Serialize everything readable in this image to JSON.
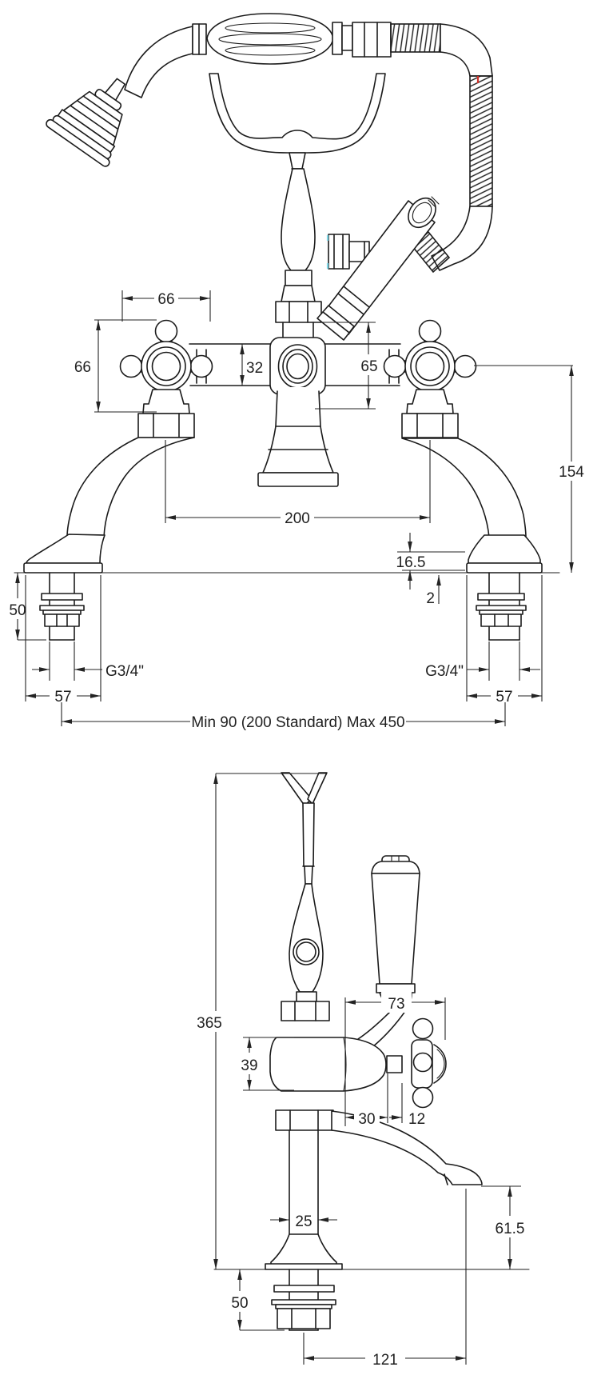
{
  "drawing": {
    "type": "installation dimension drawing, bath shower mixer tap, two orthographic views",
    "colors": {
      "background": "#ffffff",
      "line": "#1b1b1b",
      "dimension": "#232323",
      "accent_red_tick": "#d03028",
      "accent_cyan_tick": "#7fd4e4"
    }
  },
  "front_view": {
    "dims": {
      "handle_span": "66",
      "handle_height": "66",
      "inlet_drop": "32",
      "body_height": "65",
      "center_above_deck": "154",
      "inlet_centers": "200",
      "base_height": "16.5",
      "base_lip": "2",
      "shank_length": "50",
      "thread_left": "G3/4\"",
      "thread_right": "G3/4\"",
      "flange_left": "57",
      "flange_right": "57",
      "adjust_range": "Min 90 (200 Standard) Max 450"
    }
  },
  "side_view": {
    "dims": {
      "overall_height": "365",
      "body_depth": "39",
      "lever_offset": "73",
      "offset_30": "30",
      "offset_12": "12",
      "column_width": "25",
      "spout_height": "61.5",
      "shank_length": "50",
      "spout_reach": "121"
    }
  }
}
